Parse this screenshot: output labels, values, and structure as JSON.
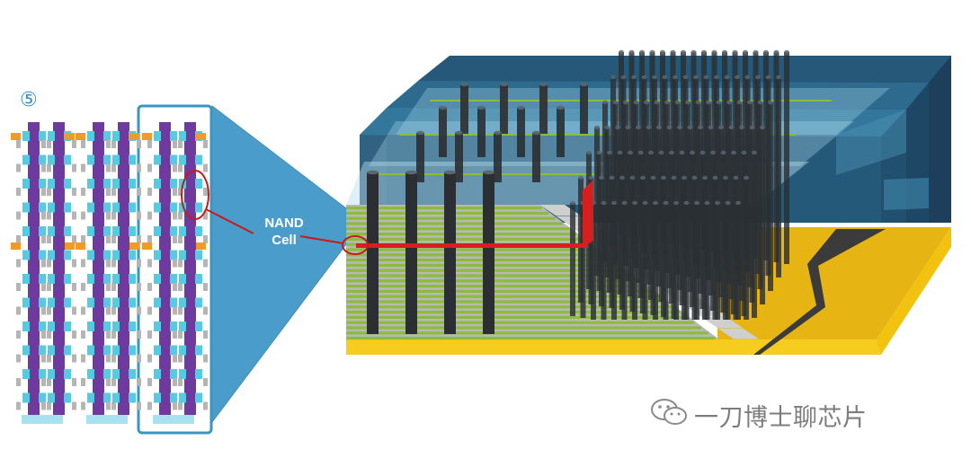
{
  "diagram": {
    "step_marker": "⑤",
    "cell_label_line1": "NAND",
    "cell_label_line2": "Cell",
    "watermark": "一刀博士聊芯片",
    "watermark_icon": "wechat-icon",
    "colors": {
      "projection": "#4a9ccb",
      "substrate": "#f3c20f",
      "wordline_green": "#8dbb3c",
      "channel_pillar": "#2b2f33",
      "highlight_red": "#d62020",
      "cell_purple": "#6f3aa0",
      "cell_cyan": "#54cbe0",
      "cell_orange": "#ef9a2e",
      "frame_teal": "#3b96bf",
      "block_navy": "#1d3f5c"
    }
  }
}
